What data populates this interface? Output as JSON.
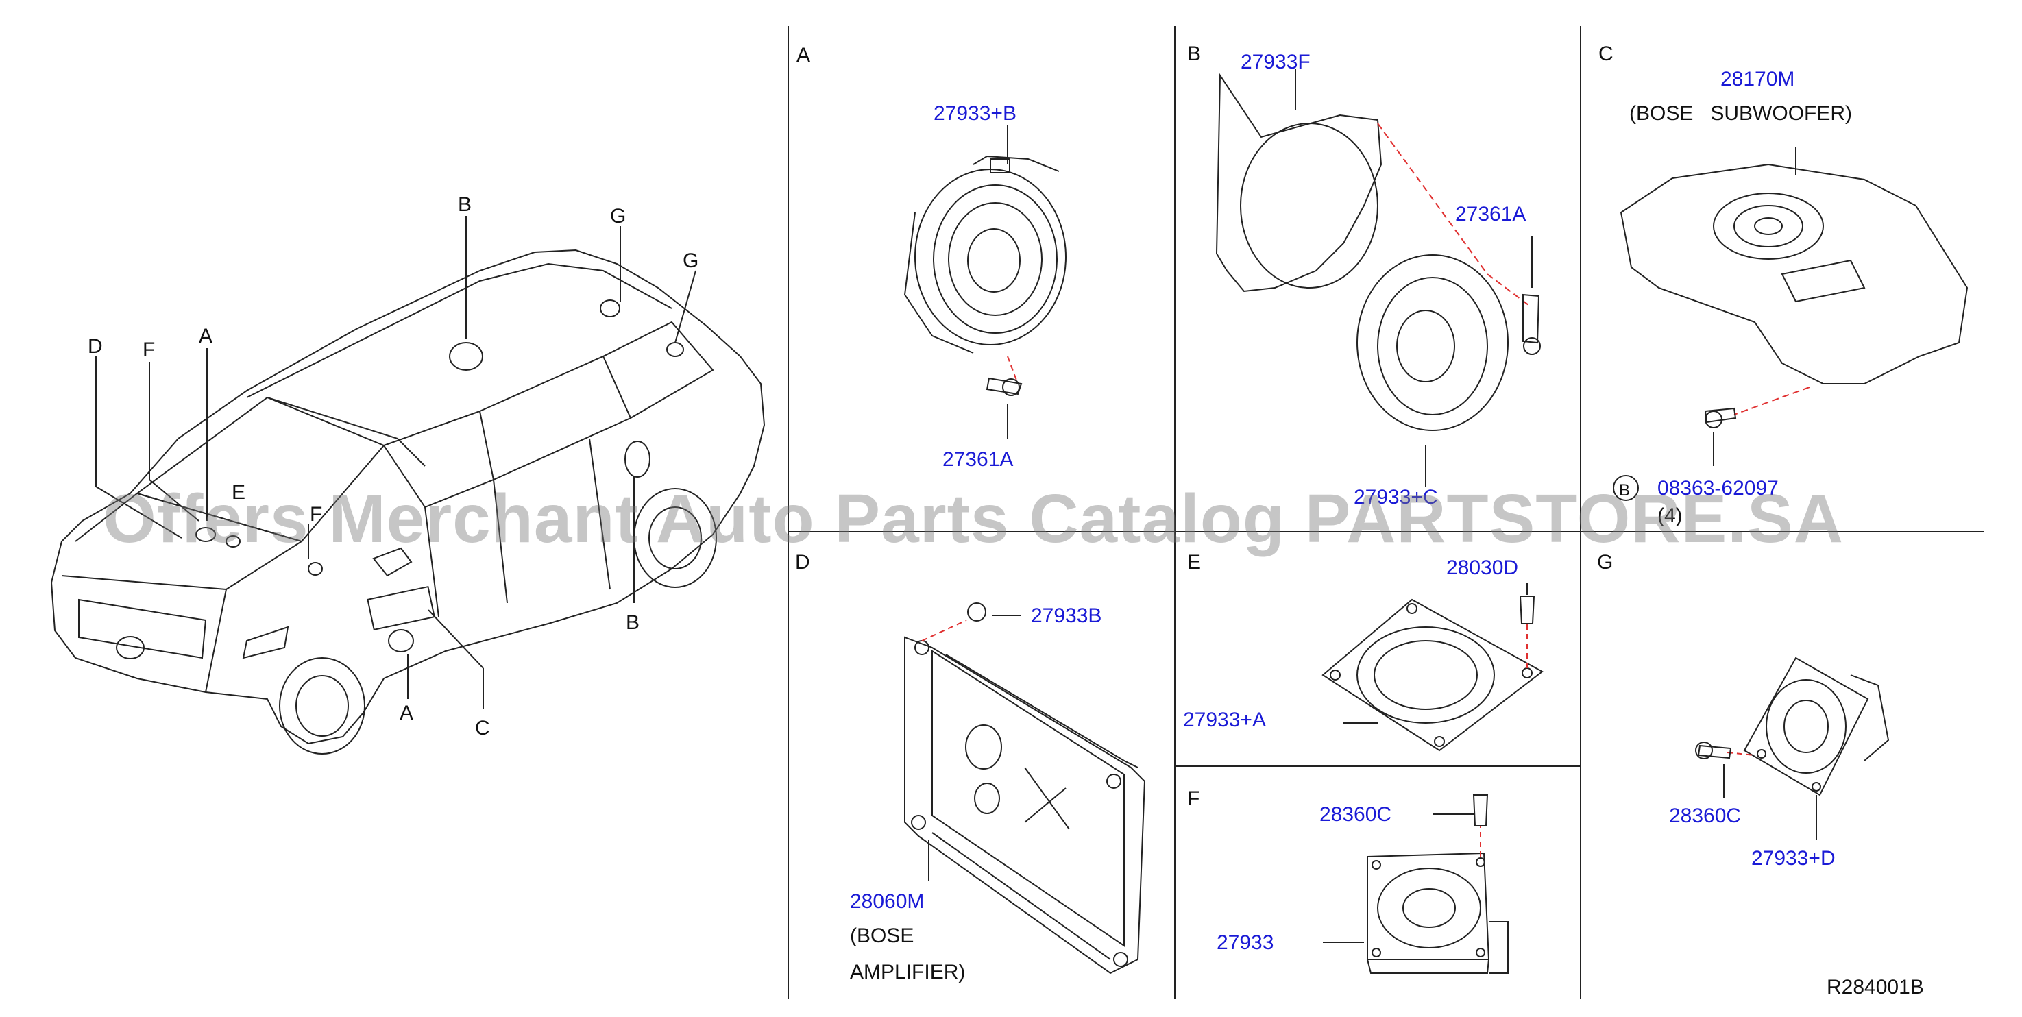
{
  "watermark": "Offers Merchant Auto Parts Catalog PARTSTORE.SA",
  "diagram_code": "R284001B",
  "overview_callouts": [
    "A",
    "B",
    "C",
    "D",
    "E",
    "F",
    "G",
    "A",
    "B",
    "G"
  ],
  "sections": {
    "A": {
      "letter": "A",
      "parts": [
        "27933+B",
        "27361A"
      ]
    },
    "B": {
      "letter": "B",
      "parts": [
        "27933F",
        "27361A",
        "27933+C"
      ]
    },
    "C": {
      "letter": "C",
      "parts": [
        "28170M",
        "08363-62097"
      ],
      "note": "(BOSE   SUBWOOFER)",
      "bolt_marker": "B",
      "qty": "(4)"
    },
    "D": {
      "letter": "D",
      "parts": [
        "27933B",
        "28060M"
      ],
      "note_lines": [
        "(BOSE",
        "AMPLIFIER)"
      ]
    },
    "E": {
      "letter": "E",
      "parts": [
        "28030D",
        "27933+A"
      ]
    },
    "F": {
      "letter": "F",
      "parts": [
        "28360C",
        "27933"
      ]
    },
    "G": {
      "letter": "G",
      "parts": [
        "28360C",
        "27933+D"
      ]
    }
  },
  "colors": {
    "part_number": "#1a1ad6",
    "line": "#111111",
    "dashed_leader": "#e03030",
    "watermark": "#8a8a8a"
  }
}
